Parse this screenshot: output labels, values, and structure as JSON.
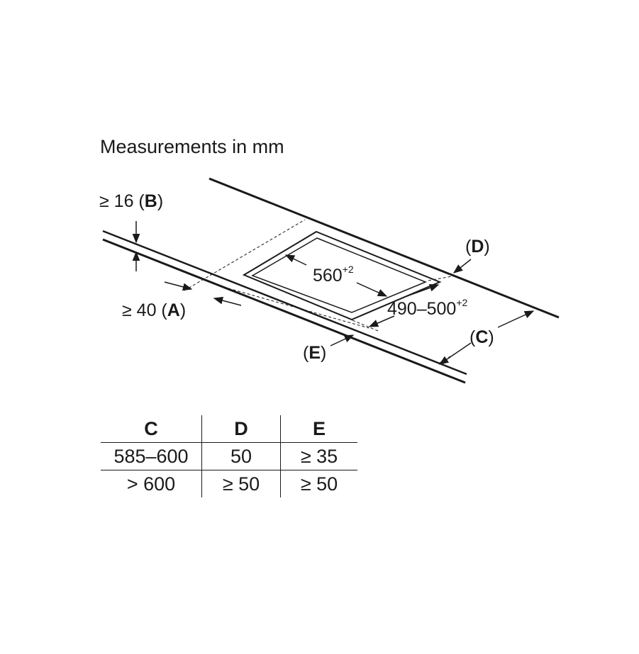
{
  "title": "Measurements in mm",
  "labels": {
    "b_prefix": "≥ 16 (",
    "b_letter": "B",
    "b_suffix": ")",
    "a_prefix": "≥ 40 (",
    "a_letter": "A",
    "a_suffix": ")",
    "d_prefix": "(",
    "d_letter": "D",
    "d_suffix": ")",
    "c_prefix": "(",
    "c_letter": "C",
    "c_suffix": ")",
    "e_prefix": "(",
    "e_letter": "E",
    "e_suffix": ")",
    "width_value": "560",
    "width_tol": "+2",
    "depth_value": "490–500",
    "depth_tol": "+2"
  },
  "table": {
    "headers": [
      "C",
      "D",
      "E"
    ],
    "rows": [
      [
        "585–600",
        "50",
        "≥ 35"
      ],
      [
        "> 600",
        "≥ 50",
        "≥ 50"
      ]
    ]
  }
}
